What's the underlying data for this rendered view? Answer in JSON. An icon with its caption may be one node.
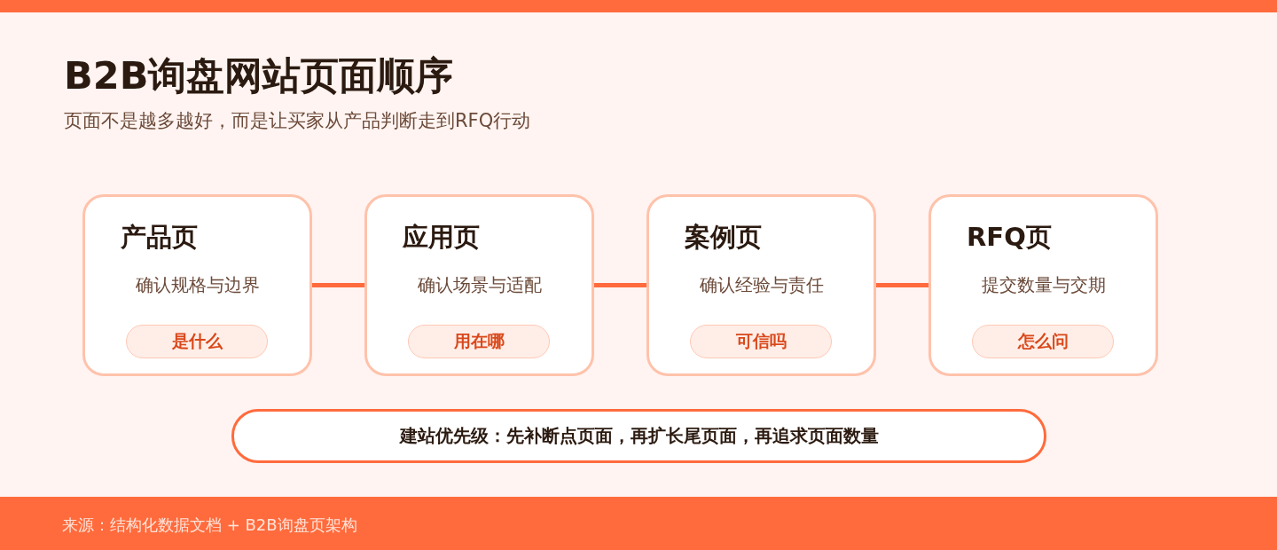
{
  "diagram": {
    "title": "B2B询盘网站页面顺序",
    "nodes": [
      {
        "text": [
          "产品页",
          "确认规格与边界"
        ]
      },
      {
        "text": [
          "是什么"
        ],
        "in": 0
      },
      {
        "text": [
          "应用页",
          "确认场景与适配"
        ]
      },
      {
        "text": [
          "用在哪"
        ],
        "in": 2
      },
      {
        "text": [
          "案例页",
          "确认经验与责任"
        ]
      },
      {
        "text": [
          "可信吗"
        ],
        "in": 4
      },
      {
        "text": [
          "RFQ页",
          "提交数量与交期"
        ]
      },
      {
        "text": [
          "怎么问"
        ],
        "in": 6
      },
      {
        "text": [
          "建站优先级：先补断点页面，再扩长尾页面，再追求页面数量"
        ]
      }
    ],
    "edges": [
      {
        "from": 0,
        "to": 2,
        "arrow": "none"
      },
      {
        "from": 2,
        "to": 4,
        "arrow": "none"
      },
      {
        "from": 4,
        "to": 6,
        "arrow": "none"
      }
    ],
    "labels": [
      "页面不是越多越好，而是让买家从产品判断走到RFQ行动",
      "来源：结构化数据文档 + B2B询盘页架构"
    ]
  }
}
